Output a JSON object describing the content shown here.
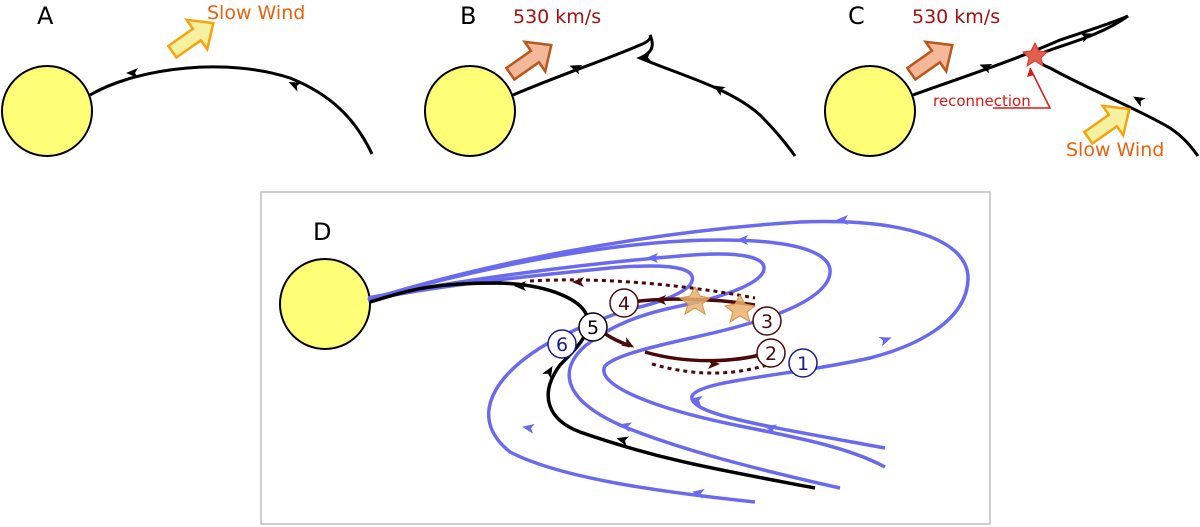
{
  "panels": {
    "a": {
      "label": "A",
      "wind_label": "Slow Wind"
    },
    "b": {
      "label": "B",
      "speed_label": "530 km/s"
    },
    "c": {
      "label": "C",
      "speed_label": "530 km/s",
      "reconnection_label": "reconnection",
      "wind_label": "Slow Wind"
    },
    "d": {
      "label": "D",
      "markers": [
        "1",
        "2",
        "3",
        "4",
        "5",
        "6"
      ]
    }
  },
  "colors": {
    "sun": "#ffff77",
    "field_line": "#000000",
    "blue_line": "#6a6aee",
    "dark_line": "#4a0a0a",
    "slow_wind_arrow_fill": "#f6f0a0",
    "slow_wind_arrow_stroke": "#f5a40f",
    "fast_wind_arrow_fill": "#f3b79a",
    "fast_wind_arrow_stroke": "#b8581a",
    "reconnection": "#e03030",
    "wind_text": "#e8620c",
    "speed_text": "#a40f0f",
    "marker_dark": "#4a0a0a",
    "marker_blue": "#1a1a8a"
  }
}
